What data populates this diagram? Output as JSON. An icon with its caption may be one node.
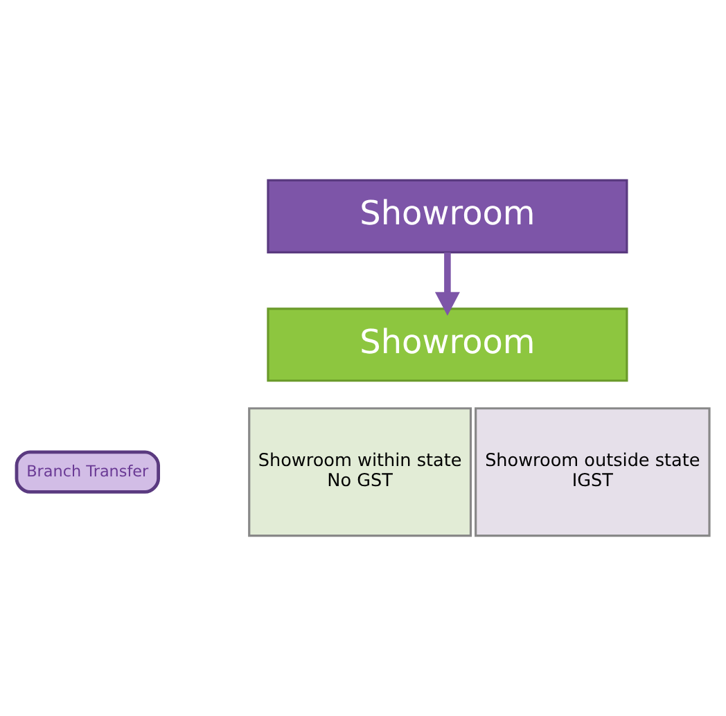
{
  "diagram": {
    "nodes": [
      {
        "text": [
          "Showroom"
        ]
      },
      {
        "text": [
          "Branch Transfer"
        ]
      },
      {
        "text": [
          "Showroom"
        ]
      },
      {
        "text": [
          "Showroom within state",
          "No GST"
        ]
      },
      {
        "text": [
          "Showroom outside state",
          "IGST"
        ]
      }
    ],
    "edges": [
      {
        "from": 0,
        "to": 2,
        "arrow": "to"
      }
    ]
  }
}
